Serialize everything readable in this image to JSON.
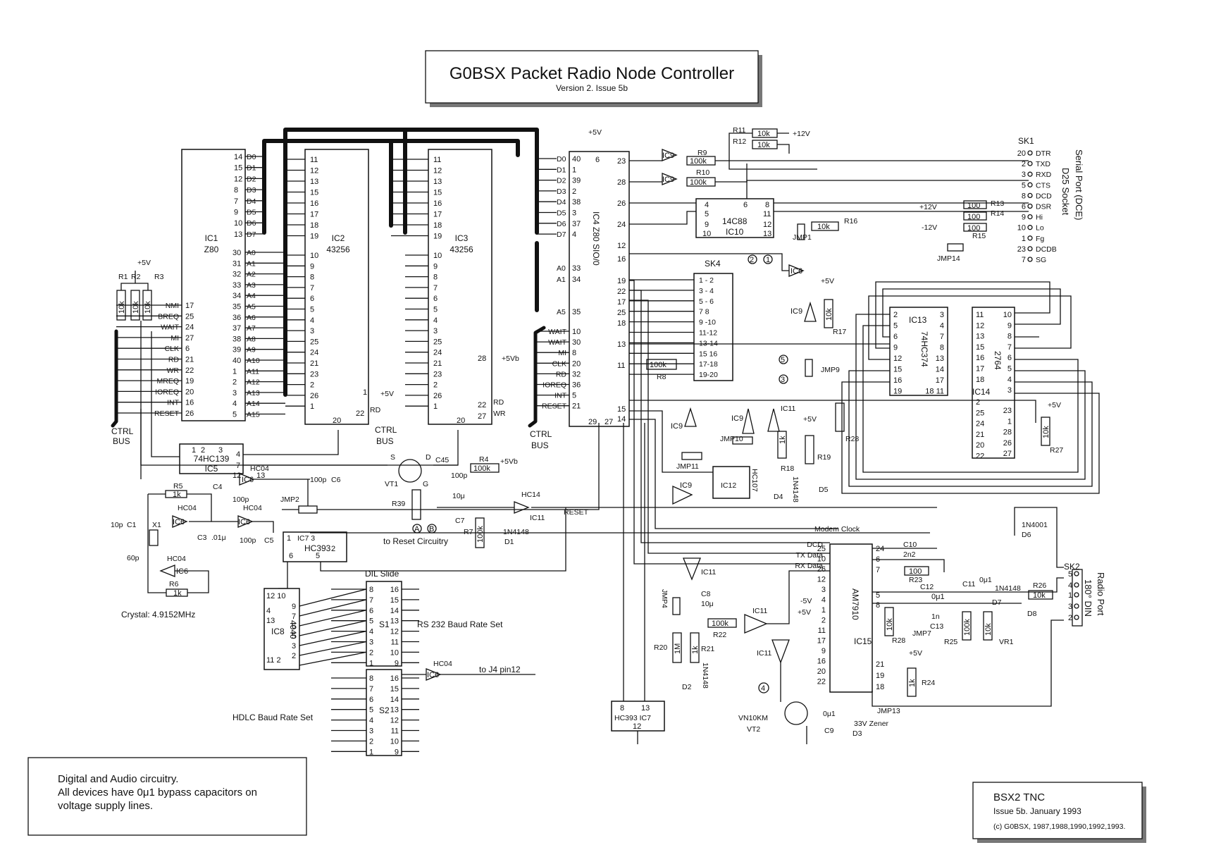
{
  "title": {
    "main": "G0BSX Packet Radio Node Controller",
    "sub": "Version 2. Issue 5b"
  },
  "chips": {
    "ic1": {
      "name": "IC1",
      "type": "Z80"
    },
    "ic2": {
      "name": "IC2",
      "type": "43256"
    },
    "ic3": {
      "name": "IC3",
      "type": "43256"
    },
    "ic4": {
      "name": "IC4 Z80 SIO/0"
    },
    "ic5": {
      "name": "IC5",
      "type": "74HC139"
    },
    "ic7": {
      "name": "IC7 3",
      "type": "HC393"
    },
    "ic7b": {
      "name": "HC393 IC7"
    },
    "ic8": {
      "name": "IC8",
      "type": "4040"
    },
    "ic10": {
      "name": "IC10",
      "type": "14C88"
    },
    "ic12": {
      "name": "IC12",
      "type": "HC107"
    },
    "ic13": {
      "name": "IC13",
      "type": "74HC374"
    },
    "ic14": {
      "name": "IC14",
      "type": "2764"
    },
    "ic15": {
      "name": "IC15",
      "type": "AM7910"
    },
    "sk4": "SK4",
    "sk1": "SK1",
    "sk2": "SK2",
    "s1": "S1",
    "s2": "S2"
  },
  "pins": {
    "ic1_data_sig": [
      "D0",
      "D1",
      "D2",
      "D3",
      "D4",
      "D5",
      "D6",
      "D7"
    ],
    "ic1_data_num": [
      "14",
      "15",
      "12",
      "8",
      "7",
      "9",
      "10",
      "13"
    ],
    "ic1_addr_sig": [
      "A0",
      "A1",
      "A2",
      "A3",
      "A4",
      "A5",
      "A6",
      "A7",
      "A8",
      "A9",
      "A10",
      "A11",
      "A12",
      "A13",
      "A14",
      "A15"
    ],
    "ic1_addr_num": [
      "30",
      "31",
      "32",
      "33",
      "34",
      "35",
      "36",
      "37",
      "38",
      "39",
      "40",
      "1",
      "2",
      "3",
      "4",
      "5"
    ],
    "ic1_ctrl_sig": [
      "NMI",
      "BREQ",
      "WAIT",
      "MI",
      "CLK",
      "RD",
      "WR",
      "MREQ",
      "IOREQ",
      "INT",
      "RESET"
    ],
    "ic1_ctrl_num": [
      "17",
      "25",
      "24",
      "27",
      "6",
      "21",
      "22",
      "19",
      "20",
      "16",
      "26"
    ],
    "ram_data_num": [
      "11",
      "12",
      "13",
      "15",
      "16",
      "17",
      "18",
      "19"
    ],
    "ram_addr_num": [
      "10",
      "9",
      "8",
      "7",
      "6",
      "5",
      "4",
      "3",
      "25",
      "24",
      "21",
      "23",
      "2",
      "26",
      "1"
    ],
    "ic4_left_sig": [
      "D0",
      "D1",
      "D2",
      "D3",
      "D4",
      "D5",
      "D6",
      "D7"
    ],
    "ic4_left_num": [
      "40",
      "1",
      "39",
      "2",
      "38",
      "3",
      "37",
      "4"
    ],
    "ic4_ctrl_sig": [
      "WAIT",
      "WAIT",
      "MI",
      "CLK",
      "RD",
      "IOREQ",
      "INT",
      "RESET"
    ],
    "ic4_ctrl_num": [
      "10",
      "30",
      "8",
      "20",
      "32",
      "36",
      "5",
      "21"
    ],
    "ic4_right_num": [
      "23",
      "28",
      "26",
      "24",
      "12",
      "16",
      "19",
      "22",
      "17",
      "25",
      "18",
      "13",
      "11",
      "15",
      "14"
    ],
    "sk4_pairs": [
      "1 - 2",
      "3 - 4",
      "5 - 6",
      "7    8",
      "9 -10",
      "11-12",
      "13-14",
      "15 16",
      "17-18",
      "19-20"
    ],
    "sk1_sig": [
      "DTR",
      "TXD",
      "RXD",
      "CTS",
      "DCD",
      "DSR",
      "Hi",
      "Lo",
      "Fg",
      "DCDB",
      "SG"
    ],
    "sk1_num": [
      "20",
      "2",
      "3",
      "5",
      "8",
      "6",
      "9",
      "10",
      "1",
      "23",
      "7"
    ],
    "ic13_left": [
      "2",
      "5",
      "6",
      "9",
      "12",
      "15",
      "16",
      "19"
    ],
    "ic13_right": [
      "3",
      "4",
      "7",
      "8",
      "13",
      "14",
      "17",
      "18 11"
    ],
    "ic14_top_left": [
      "11",
      "12",
      "13",
      "15",
      "16",
      "17",
      "18"
    ],
    "ic14_top_right": [
      "10",
      "9",
      "8",
      "7",
      "6",
      "5",
      "4",
      "3"
    ],
    "ic14_bot_left": [
      "2",
      "25",
      "24",
      "21",
      "20",
      "22"
    ],
    "ic14_bot_right": [
      "23",
      "1",
      "28",
      "26",
      "27"
    ],
    "ic15_left_sig": [
      "DCD",
      "TX Data",
      "RX Data"
    ],
    "ic15_left_num": [
      "25",
      "10",
      "26",
      "12",
      "3",
      "4",
      "1",
      "2",
      "11",
      "17",
      "9",
      "16",
      "20",
      "22"
    ],
    "ic15_right_num": [
      "24",
      "6",
      "7",
      "5",
      "8",
      "21",
      "19",
      "18"
    ],
    "sw_left": [
      "8",
      "7",
      "6",
      "5",
      "4",
      "3",
      "2",
      "1"
    ],
    "sw_right": [
      "16",
      "15",
      "14",
      "13",
      "12",
      "11",
      "10",
      "9"
    ],
    "ic8_pins": [
      "12 10",
      "9",
      "7",
      "6",
      "5",
      "3",
      "2",
      "4",
      "13",
      "11 2"
    ],
    "sk2_pins": [
      "5",
      "4",
      "1",
      "3",
      "2"
    ]
  },
  "labels": {
    "plus5v": "+5V",
    "plus5vb": "+5Vb",
    "plus12v": "+12V",
    "minus12v": "-12V",
    "minus5v": "-5V",
    "ctrl_bus": "CTRL",
    "bus": "BUS",
    "r1": "R1",
    "r2": "R2",
    "r3": "R3",
    "r10k": "10k",
    "r4": "R4",
    "r5": "R5",
    "r6": "R6",
    "r7": "R7",
    "r8": "R8",
    "r9": "R9",
    "r10": "R10",
    "r11": "R11",
    "r12": "R12",
    "r13": "R13",
    "r14": "R14",
    "r15": "R15",
    "r16": "R16",
    "r17": "R17",
    "r18": "R18",
    "r19": "R19",
    "r20": "R20",
    "r21": "R21",
    "r22": "R22",
    "r23": "R23",
    "r24": "R24",
    "r25": "R25",
    "r26": "R26",
    "r27": "R27",
    "r28": "R28",
    "r39": "R39",
    "v100k": "100k",
    "v1k": "1k",
    "v100": "100",
    "v1m": "1M",
    "c1": "C1",
    "c3": "C3",
    "c4": "C4",
    "c5": "C5",
    "c6": "C6",
    "c7": "C7",
    "c8": "C8",
    "c9": "C9",
    "c10": "C10",
    "c11": "C11",
    "c12": "C12",
    "c13": "C13",
    "c45": "C45",
    "v100p": "100p",
    "v10p": "10p",
    "v60p": "60p",
    "v01u": ".01μ",
    "v10u": "10μ",
    "v0u1": "0μ1",
    "v2n2": "2n2",
    "v1n": "1n",
    "x1": "X1",
    "vt1": "VT1",
    "vt2": "VT2",
    "vn10km": "VN10KM",
    "d1": "D1",
    "d2": "D2",
    "d3": "D3",
    "d4": "D4",
    "d5": "D5",
    "d6": "D6",
    "d7": "D7",
    "d8": "D8",
    "n4148": "1N4148",
    "n4001": "1N4001",
    "zener": "33V Zener",
    "jmp1": "JMP1",
    "jmp2": "JMP2",
    "jmp4": "JMP4",
    "jmp7": "JMP7",
    "jmp9": "JMP9",
    "jmp10": "JMP10",
    "jmp11": "JMP11",
    "jmp13": "JMP13",
    "jmp14": "JMP14",
    "hc04": "HC04",
    "hc14": "HC14",
    "ic6": "IC6",
    "ic9": "IC9",
    "ic11": "IC11",
    "vr1": "VR1",
    "reset": "RESET",
    "modem_clock": "Modem Clock",
    "to_reset": "to Reset Circuitry",
    "to_j4": "to J4 pin12",
    "dil_slide": "DIL Slide",
    "rs232_set": "RS 232 Baud Rate Set",
    "hdlc_set": "HDLC Baud Rate Set",
    "crystal": "Crystal: 4.9152MHz",
    "serial_port": "Serial Port (DCE)",
    "d25": "D25 Socket",
    "radio_port": "Radio Port",
    "din": "180° DIN",
    "node_a": "A",
    "node_b": "B",
    "node_1": "1",
    "node_2": "2",
    "node_3": "3",
    "node_4": "4",
    "node_5": "5",
    "pin_s": "S",
    "pin_d": "D",
    "pin_g": "G"
  },
  "notes": {
    "line1": "Digital and Audio circuitry.",
    "line2": "All devices have 0μ1 bypass capacitors on",
    "line3": "voltage supply lines."
  },
  "footer": {
    "board": "BSX2 TNC",
    "issue": "Issue 5b. January 1993",
    "copyright": "(c) G0BSX, 1987,1988,1990,1992,1993."
  }
}
